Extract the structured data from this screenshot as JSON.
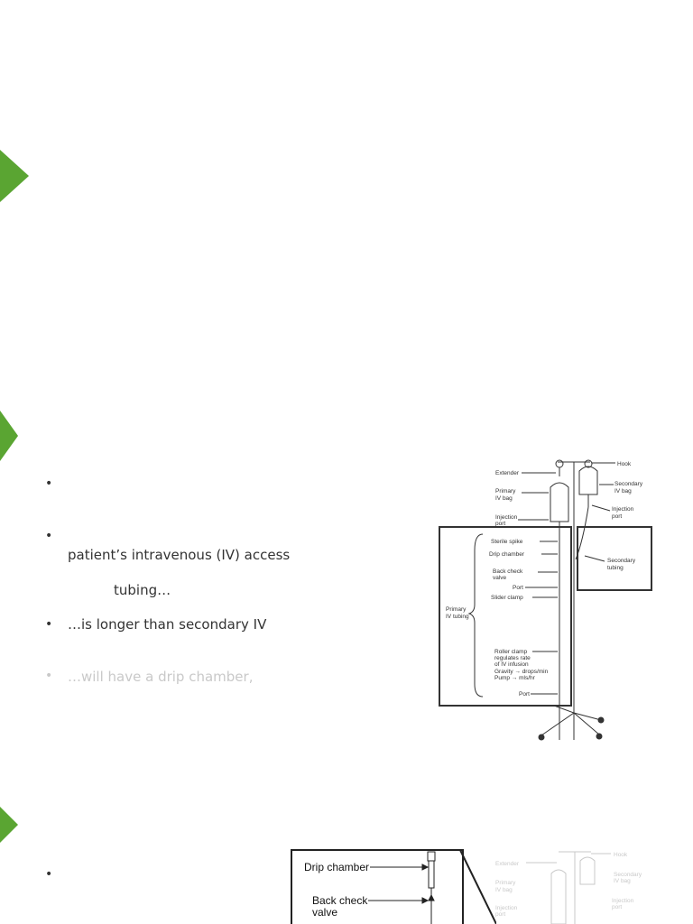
{
  "colors": {
    "accent": "#5aa532",
    "text": "#333333",
    "faded_text": "#c9c9c9"
  },
  "slide2": {
    "bullets": [
      {
        "text": ""
      },
      {
        "line1": "patient’s intravenous (IV) access",
        "line2": "tubing…"
      },
      {
        "text": "…is longer than secondary IV"
      },
      {
        "text": "…will have a drip chamber,"
      }
    ]
  },
  "diagram": {
    "labels": {
      "extender": "Extender",
      "hook": "Hook",
      "primary_bag_1": "Primary",
      "primary_bag_2": "IV bag",
      "secondary_bag_1": "Secondary",
      "secondary_bag_2": "IV bag",
      "injection_port_l1": "Injection",
      "injection_port_l2": "port",
      "injection_port_r1": "Injection",
      "injection_port_r2": "port",
      "sterile_spike": "Sterile spike",
      "drip_chamber": "Drip chamber",
      "back_check_1": "Back check",
      "back_check_2": "valve",
      "port": "Port",
      "slider_clamp": "Slider clamp",
      "primary_tubing_1": "Primary",
      "primary_tubing_2": "IV tubing",
      "roller_clamp_1": "Roller clamp",
      "roller_clamp_2": "regulates rate",
      "roller_clamp_3": "of IV infusion",
      "gravity": "Gravity → drops/min",
      "pump": "Pump → mls/hr",
      "port_bottom": "Port",
      "secondary_tubing_1": "Secondary",
      "secondary_tubing_2": "tubing"
    }
  },
  "slide3": {
    "zoom_labels": {
      "drip_chamber": "Drip chamber",
      "back_check_1": "Back check",
      "back_check_2": "valve"
    },
    "faded_labels": {
      "extender": "Extender",
      "hook": "Hook",
      "primary_1": "Primary",
      "primary_2": "IV bag",
      "secondary_1": "Secondary",
      "secondary_2": "IV bag",
      "injection_l1": "Injection",
      "injection_l2": "port",
      "injection_r1": "Injection",
      "injection_r2": "port"
    }
  }
}
